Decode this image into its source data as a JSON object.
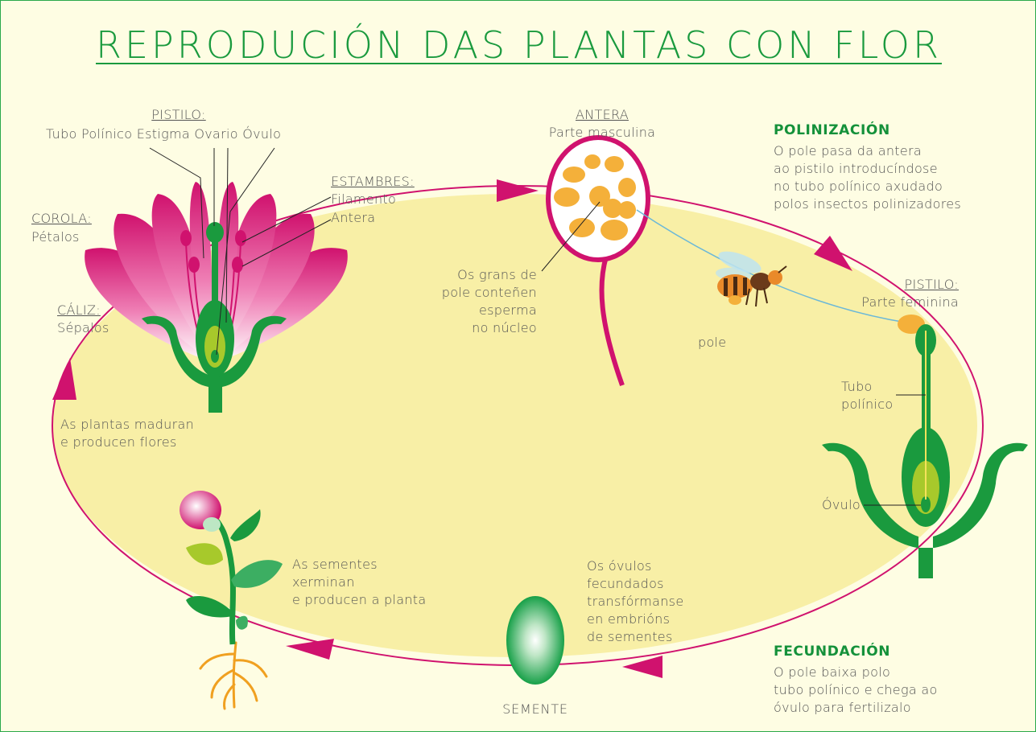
{
  "title": "REPRODUCIÓN DAS PLANTAS CON FLOR",
  "flower": {
    "pistilo_heading": "PISTILO:",
    "pistilo_parts": "Tubo Polínico Estigma Ovario Óvulo",
    "estambres_heading": "ESTAMBRES:",
    "filamento": "Filamento",
    "antera": "Antera",
    "corola_heading": "COROLA:",
    "corola_desc": "Pétalos",
    "caliz_heading": "CÁLIZ:",
    "caliz_desc": "Sépalos"
  },
  "anther": {
    "heading": "ANTERA",
    "desc": "Parte masculina",
    "pollen_note": [
      "Os grans de",
      "pole conteñen",
      "esperma",
      "no núcleo"
    ]
  },
  "pollination": {
    "heading": "POLINIZACIÓN",
    "lines": [
      "O pole pasa da antera",
      "ao pistilo introducíndose",
      "no tubo polínico axudado",
      "polos insectos polinizadores"
    ],
    "pole_label": "pole"
  },
  "pistil": {
    "heading": "PISTILO:",
    "desc": "Parte feminina",
    "tube_label": [
      "Tubo",
      "polínico"
    ],
    "ovule_label": "Óvulo"
  },
  "fertilization": {
    "heading": "FECUNDACIÓN",
    "lines": [
      "O pole baixa polo",
      "tubo polínico e chega ao",
      "óvulo para fertilizalo"
    ]
  },
  "seed": {
    "note": [
      "Os óvulos",
      "fecundados",
      "transfórmanse",
      "en embrións",
      "de sementes"
    ],
    "label": "SEMENTE"
  },
  "germination": {
    "note": [
      "As sementes",
      "xerminan",
      "e producen a planta"
    ]
  },
  "maturation": {
    "note": [
      "As plantas maduran",
      "e producen flores"
    ]
  }
}
